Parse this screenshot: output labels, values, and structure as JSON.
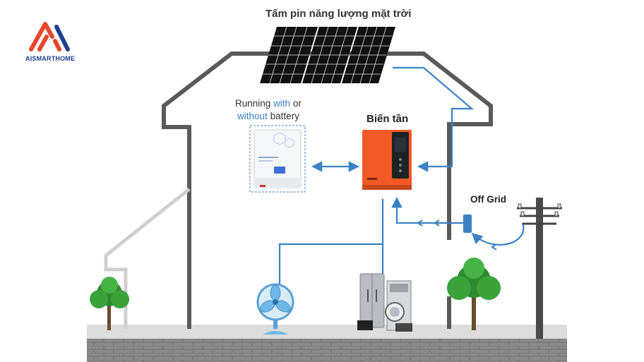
{
  "brand": {
    "name": "AISMARTHOME",
    "primary_color": "#e8452c",
    "secondary_color": "#1d3f8f"
  },
  "labels": {
    "solar_panel": "Tấm pin năng lượng mặt trời",
    "inverter": "Biến tần",
    "battery_running": "Running",
    "battery_with": "with",
    "battery_or": "or",
    "battery_without": "without",
    "battery_battery": "battery",
    "off_grid": "Off Grid"
  },
  "colors": {
    "flow": "#3b82c4",
    "house_outline": "#555555",
    "inverter": "#f15a24",
    "ground": "#7a7a7a"
  },
  "icons": [
    "solar-panel-icon",
    "battery-icon",
    "inverter-icon",
    "fan-icon",
    "appliances-icon",
    "tree-icon",
    "power-pole-icon",
    "meter-icon"
  ]
}
